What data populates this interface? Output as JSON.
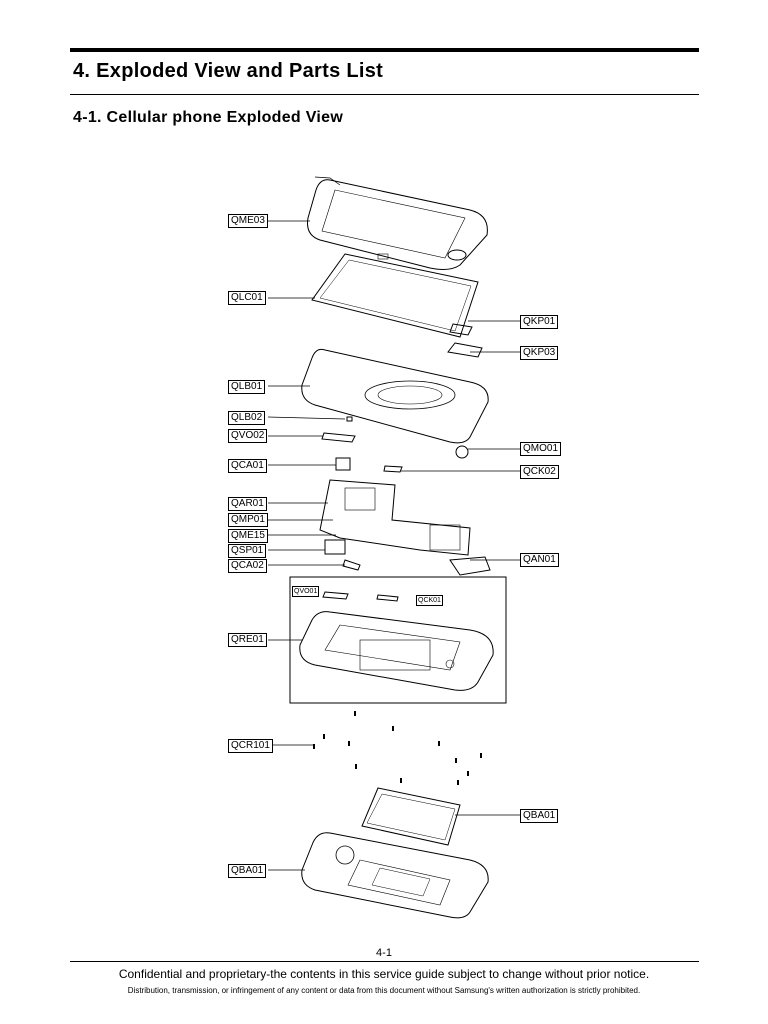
{
  "header": {
    "title": "4. Exploded View and Parts List",
    "subtitle": "4-1. Cellular phone Exploded View"
  },
  "diagram": {
    "labels": {
      "qme03": "QME03",
      "qlc01": "QLC01",
      "qkp01": "QKP01",
      "qkp03": "QKP03",
      "qlb01": "QLB01",
      "qlb02": "QLB02",
      "qvo02": "QVO02",
      "qmo01": "QMO01",
      "qca01": "QCA01",
      "qck02": "QCK02",
      "qar01": "QAR01",
      "qmp01": "QMP01",
      "qme15": "QME15",
      "qsp01": "QSP01",
      "qca02": "QCA02",
      "qan01": "QAN01",
      "qvo01": "QVO01",
      "qck01": "QCK01",
      "qre01": "QRE01",
      "qcr101": "QCR101",
      "qba01_battery": "QBA01",
      "qba01_cover": "QBA01"
    }
  },
  "footer": {
    "page_number": "4-1",
    "notice": "Confidential and proprietary-the contents in this service guide subject to change without prior notice.",
    "legal": "Distribution, transmission, or infringement of any content or data from this document without Samsung's written authorization is strictly prohibited."
  }
}
